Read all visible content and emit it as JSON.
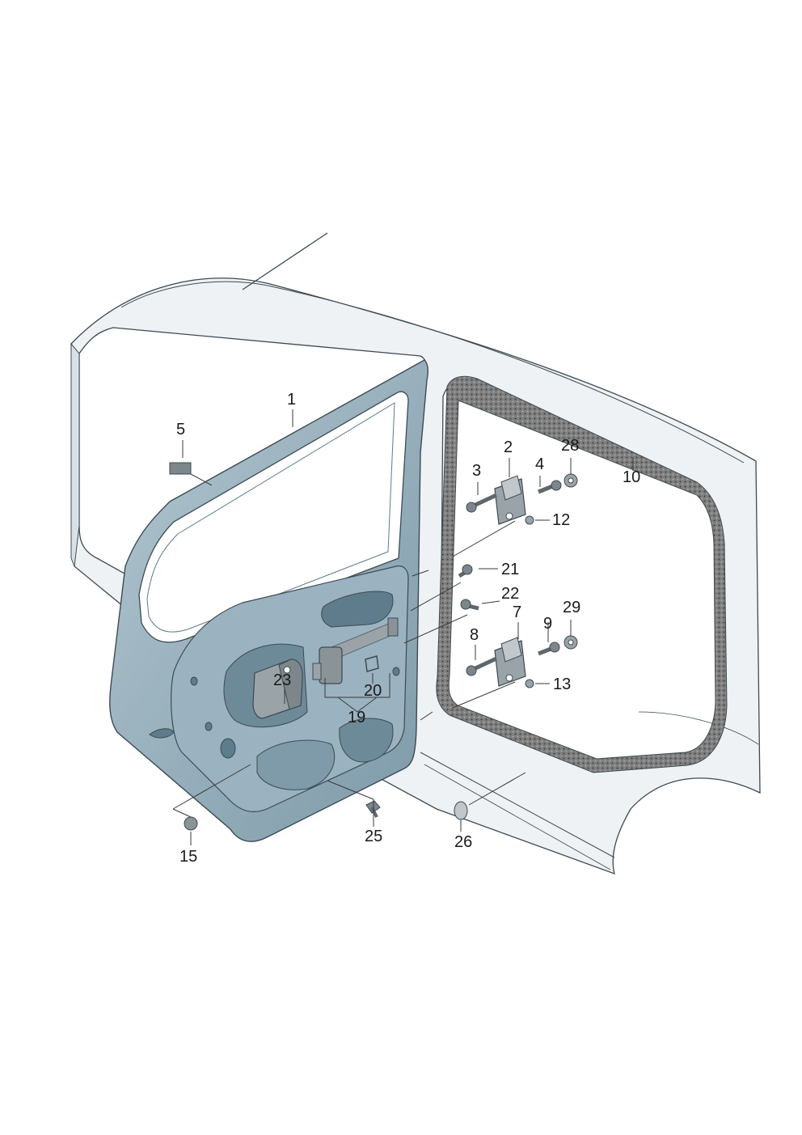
{
  "diagram": {
    "callouts": {
      "c1": "1",
      "c2": "2",
      "c3": "3",
      "c4": "4",
      "c5": "5",
      "c7": "7",
      "c8": "8",
      "c9": "9",
      "c10": "10",
      "c12": "12",
      "c13": "13",
      "c15": "15",
      "c19": "19",
      "c20": "20",
      "c21": "21",
      "c22": "22",
      "c23": "23",
      "c25": "25",
      "c26": "26",
      "c28": "28",
      "c29": "29"
    },
    "colors": {
      "door": "#8fa9b6",
      "door_dark": "#5e7c8b",
      "door_light": "#c3d4dc",
      "body": "#eef2f5",
      "body_shade": "#d9e1e7",
      "outline": "#3d4a52",
      "seal": "#8d8d8d",
      "part": "#9aa3a8",
      "part_dark": "#5f676c",
      "leader": "#3a3a3a"
    }
  }
}
